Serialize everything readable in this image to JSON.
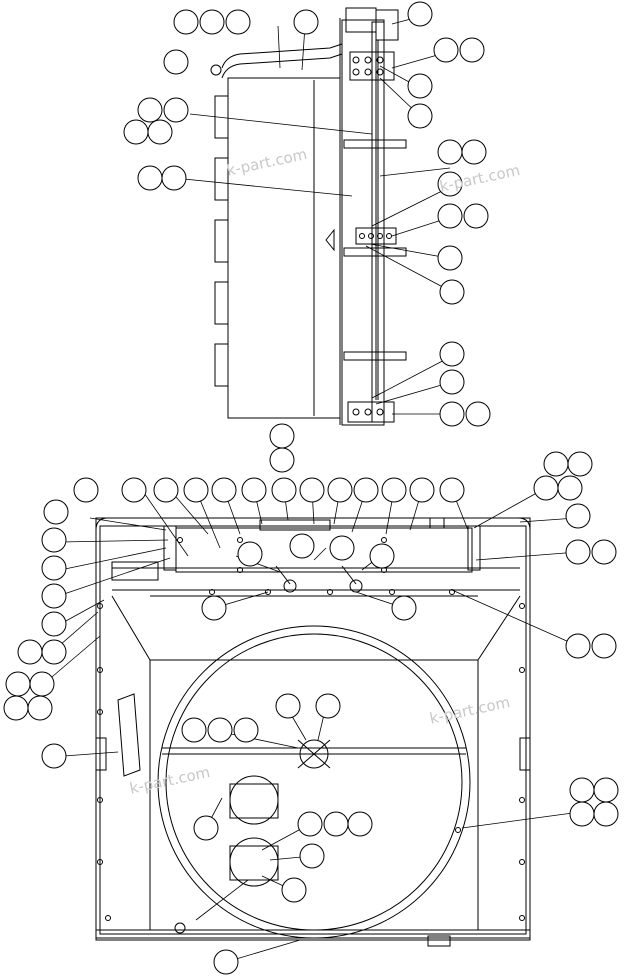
{
  "diagram": {
    "kind": "exploded parts diagram (radiator / fan shroud)",
    "line_color": "#000000",
    "background": "#ffffff",
    "callout_labels": "blank circles (no numbers printed)"
  },
  "watermarks": [
    "k-part.com",
    "k-part.com",
    "k-part.com",
    "k-part.com"
  ]
}
